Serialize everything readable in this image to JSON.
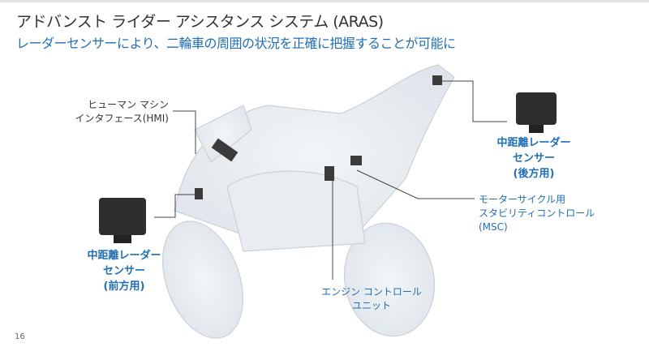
{
  "title": "アドバンスト ライダー アシスタンス システム (ARAS)",
  "subtitle": "レーダーセンサーにより、二輪車の周囲の状況を正確に把握することが可能に",
  "labels": {
    "hmi": [
      "ヒューマン マシン",
      "インタフェース(HMI)"
    ],
    "front_radar": [
      "中距離レーダー",
      "センサー",
      "(前方用)"
    ],
    "rear_radar": [
      "中距離レーダー",
      "センサー",
      "(後方用)"
    ],
    "msc": [
      "モーターサイクル用",
      "スタビリティコントロール",
      "(MSC)"
    ],
    "ecu": [
      "エンジン コントロール",
      "ユニット"
    ]
  },
  "page_number": "16",
  "colors": {
    "accent": "#1f6fb4",
    "text": "#333333"
  }
}
